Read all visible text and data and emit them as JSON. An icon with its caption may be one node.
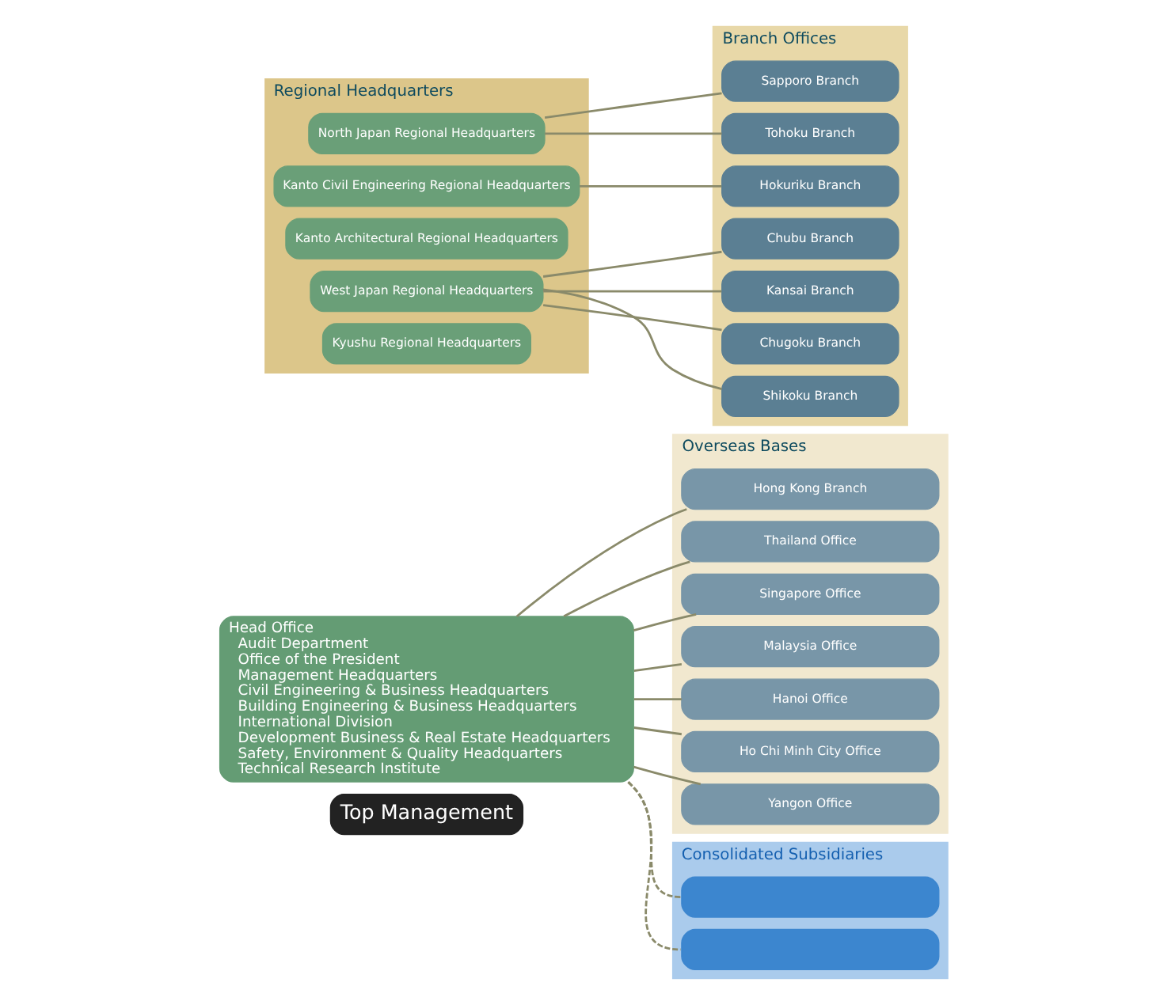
{
  "diagram": {
    "nodes": [
      {
        "text": [
          "Top Management"
        ]
      },
      {
        "text": [
          "Head Office",
          "Audit Department",
          "Office of the President",
          "Management Headquarters",
          "Civil Engineering & Business Headquarters",
          "Building Engineering & Business Headquarters",
          "International Division",
          "Development Business & Real Estate Headquarters",
          "Safety, Environment & Quality Headquarters",
          "Technical Research Institute"
        ]
      },
      {
        "text": [
          "Regional Headquarters"
        ]
      },
      {
        "text": [
          "North Japan Regional Headquarters"
        ],
        "in": 2
      },
      {
        "text": [
          "Kanto Civil Engineering Regional Headquarters"
        ],
        "in": 2
      },
      {
        "text": [
          "Kanto Architectural Regional Headquarters"
        ],
        "in": 2
      },
      {
        "text": [
          "West Japan Regional Headquarters"
        ],
        "in": 2
      },
      {
        "text": [
          "Kyushu Regional Headquarters"
        ],
        "in": 2
      },
      {
        "text": [
          "Branch Offices"
        ]
      },
      {
        "text": [
          "Sapporo Branch"
        ],
        "in": 8
      },
      {
        "text": [
          "Tohoku Branch"
        ],
        "in": 8
      },
      {
        "text": [
          "Hokuriku Branch"
        ],
        "in": 8
      },
      {
        "text": [
          "Chubu Branch"
        ],
        "in": 8
      },
      {
        "text": [
          "Kansai Branch"
        ],
        "in": 8
      },
      {
        "text": [
          "Chugoku Branch"
        ],
        "in": 8
      },
      {
        "text": [
          "Shikoku Branch"
        ],
        "in": 8
      },
      {
        "text": [
          "Overseas Bases"
        ]
      },
      {
        "text": [
          "Hong Kong Branch"
        ],
        "in": 16
      },
      {
        "text": [
          "Thailand Office"
        ],
        "in": 16
      },
      {
        "text": [
          "Singapore Office"
        ],
        "in": 16
      },
      {
        "text": [
          "Malaysia Office"
        ],
        "in": 16
      },
      {
        "text": [
          "Hanoi Office"
        ],
        "in": 16
      },
      {
        "text": [
          "Ho Chi Minh City Office"
        ],
        "in": 16
      },
      {
        "text": [
          "Yangon Office"
        ],
        "in": 16
      },
      {
        "text": [
          "Consolidated Subsidiaries"
        ]
      },
      {
        "text": [],
        "shape": "box",
        "in": 24
      },
      {
        "text": [],
        "shape": "box",
        "in": 24
      }
    ],
    "edges": [
      {
        "from": 3,
        "to": 9,
        "arrow": "none"
      },
      {
        "from": 3,
        "to": 10,
        "arrow": "none"
      },
      {
        "from": 4,
        "to": 11,
        "arrow": "none"
      },
      {
        "from": 6,
        "to": 12,
        "arrow": "none"
      },
      {
        "from": 6,
        "to": 13,
        "arrow": "none"
      },
      {
        "from": 6,
        "to": 14,
        "arrow": "none"
      },
      {
        "from": 6,
        "to": 15,
        "arrow": "none"
      },
      {
        "from": 1,
        "to": 17,
        "arrow": "none"
      },
      {
        "from": 1,
        "to": 18,
        "arrow": "none"
      },
      {
        "from": 1,
        "to": 19,
        "arrow": "none"
      },
      {
        "from": 1,
        "to": 20,
        "arrow": "none"
      },
      {
        "from": 1,
        "to": 21,
        "arrow": "none"
      },
      {
        "from": 1,
        "to": 22,
        "arrow": "none"
      },
      {
        "from": 1,
        "to": 23,
        "arrow": "none"
      },
      {
        "from": 1,
        "to": 25,
        "arrow": "none",
        "style": "dashed"
      },
      {
        "from": 1,
        "to": 26,
        "arrow": "none",
        "style": "dashed"
      }
    ]
  }
}
